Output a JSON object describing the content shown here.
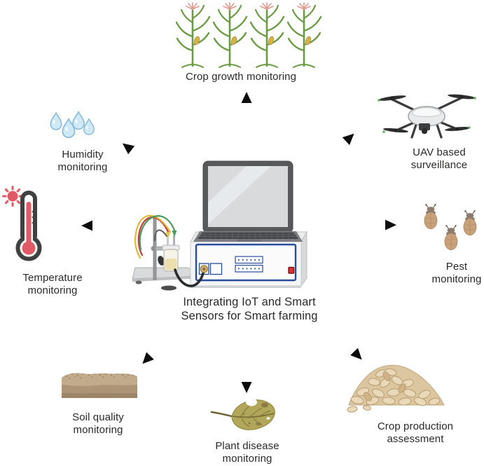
{
  "figure": {
    "name": "Smart farming IoT diagram",
    "center": {
      "label": "Integrating IoT and Smart Sensors for Smart farming",
      "icon": "laptop-with-iot-sensor-instrument"
    },
    "nodes": {
      "crop_growth": {
        "label": "Crop growth monitoring",
        "icon": "corn-plants"
      },
      "uav": {
        "label": "UAV based surveillance",
        "icon": "quadcopter-drone"
      },
      "pest": {
        "label": "Pest monitoring",
        "icon": "beetles"
      },
      "crop_production": {
        "label": "Crop production assessment",
        "icon": "grain-pile"
      },
      "plant_disease": {
        "label": "Plant disease monitoring",
        "icon": "diseased-leaf"
      },
      "soil": {
        "label": "Soil quality monitoring",
        "icon": "soil-cross-section"
      },
      "temperature": {
        "label": "Temperature monitoring",
        "icon": "thermometer-with-sun"
      },
      "humidity": {
        "label": "Humidity monitoring",
        "icon": "water-drops"
      }
    },
    "colors": {
      "text": "#2b2a29",
      "arrow_head": "#0d0d0d",
      "arrow_tail": "#c2c2c2",
      "corn_green": "#6b9c44",
      "tassel_pink": "#dd9a8e",
      "drop_fill": "#cfe9f7",
      "drop_stroke": "#85b8d4",
      "thermo_red": "#e15b66",
      "thermo_outline": "#3f4040",
      "leaf_olive": "#b2a65a",
      "grain_tan": "#dcc6a0",
      "seed_light": "#ead9b8",
      "beetle_body": "#c9a27b",
      "beetle_head": "#8a7a6d",
      "soil_light": "#c2ab8a",
      "drone_dark": "#3b3b3c",
      "instrument_blue": "#2a4d9b",
      "power_red": "#e03131"
    }
  }
}
